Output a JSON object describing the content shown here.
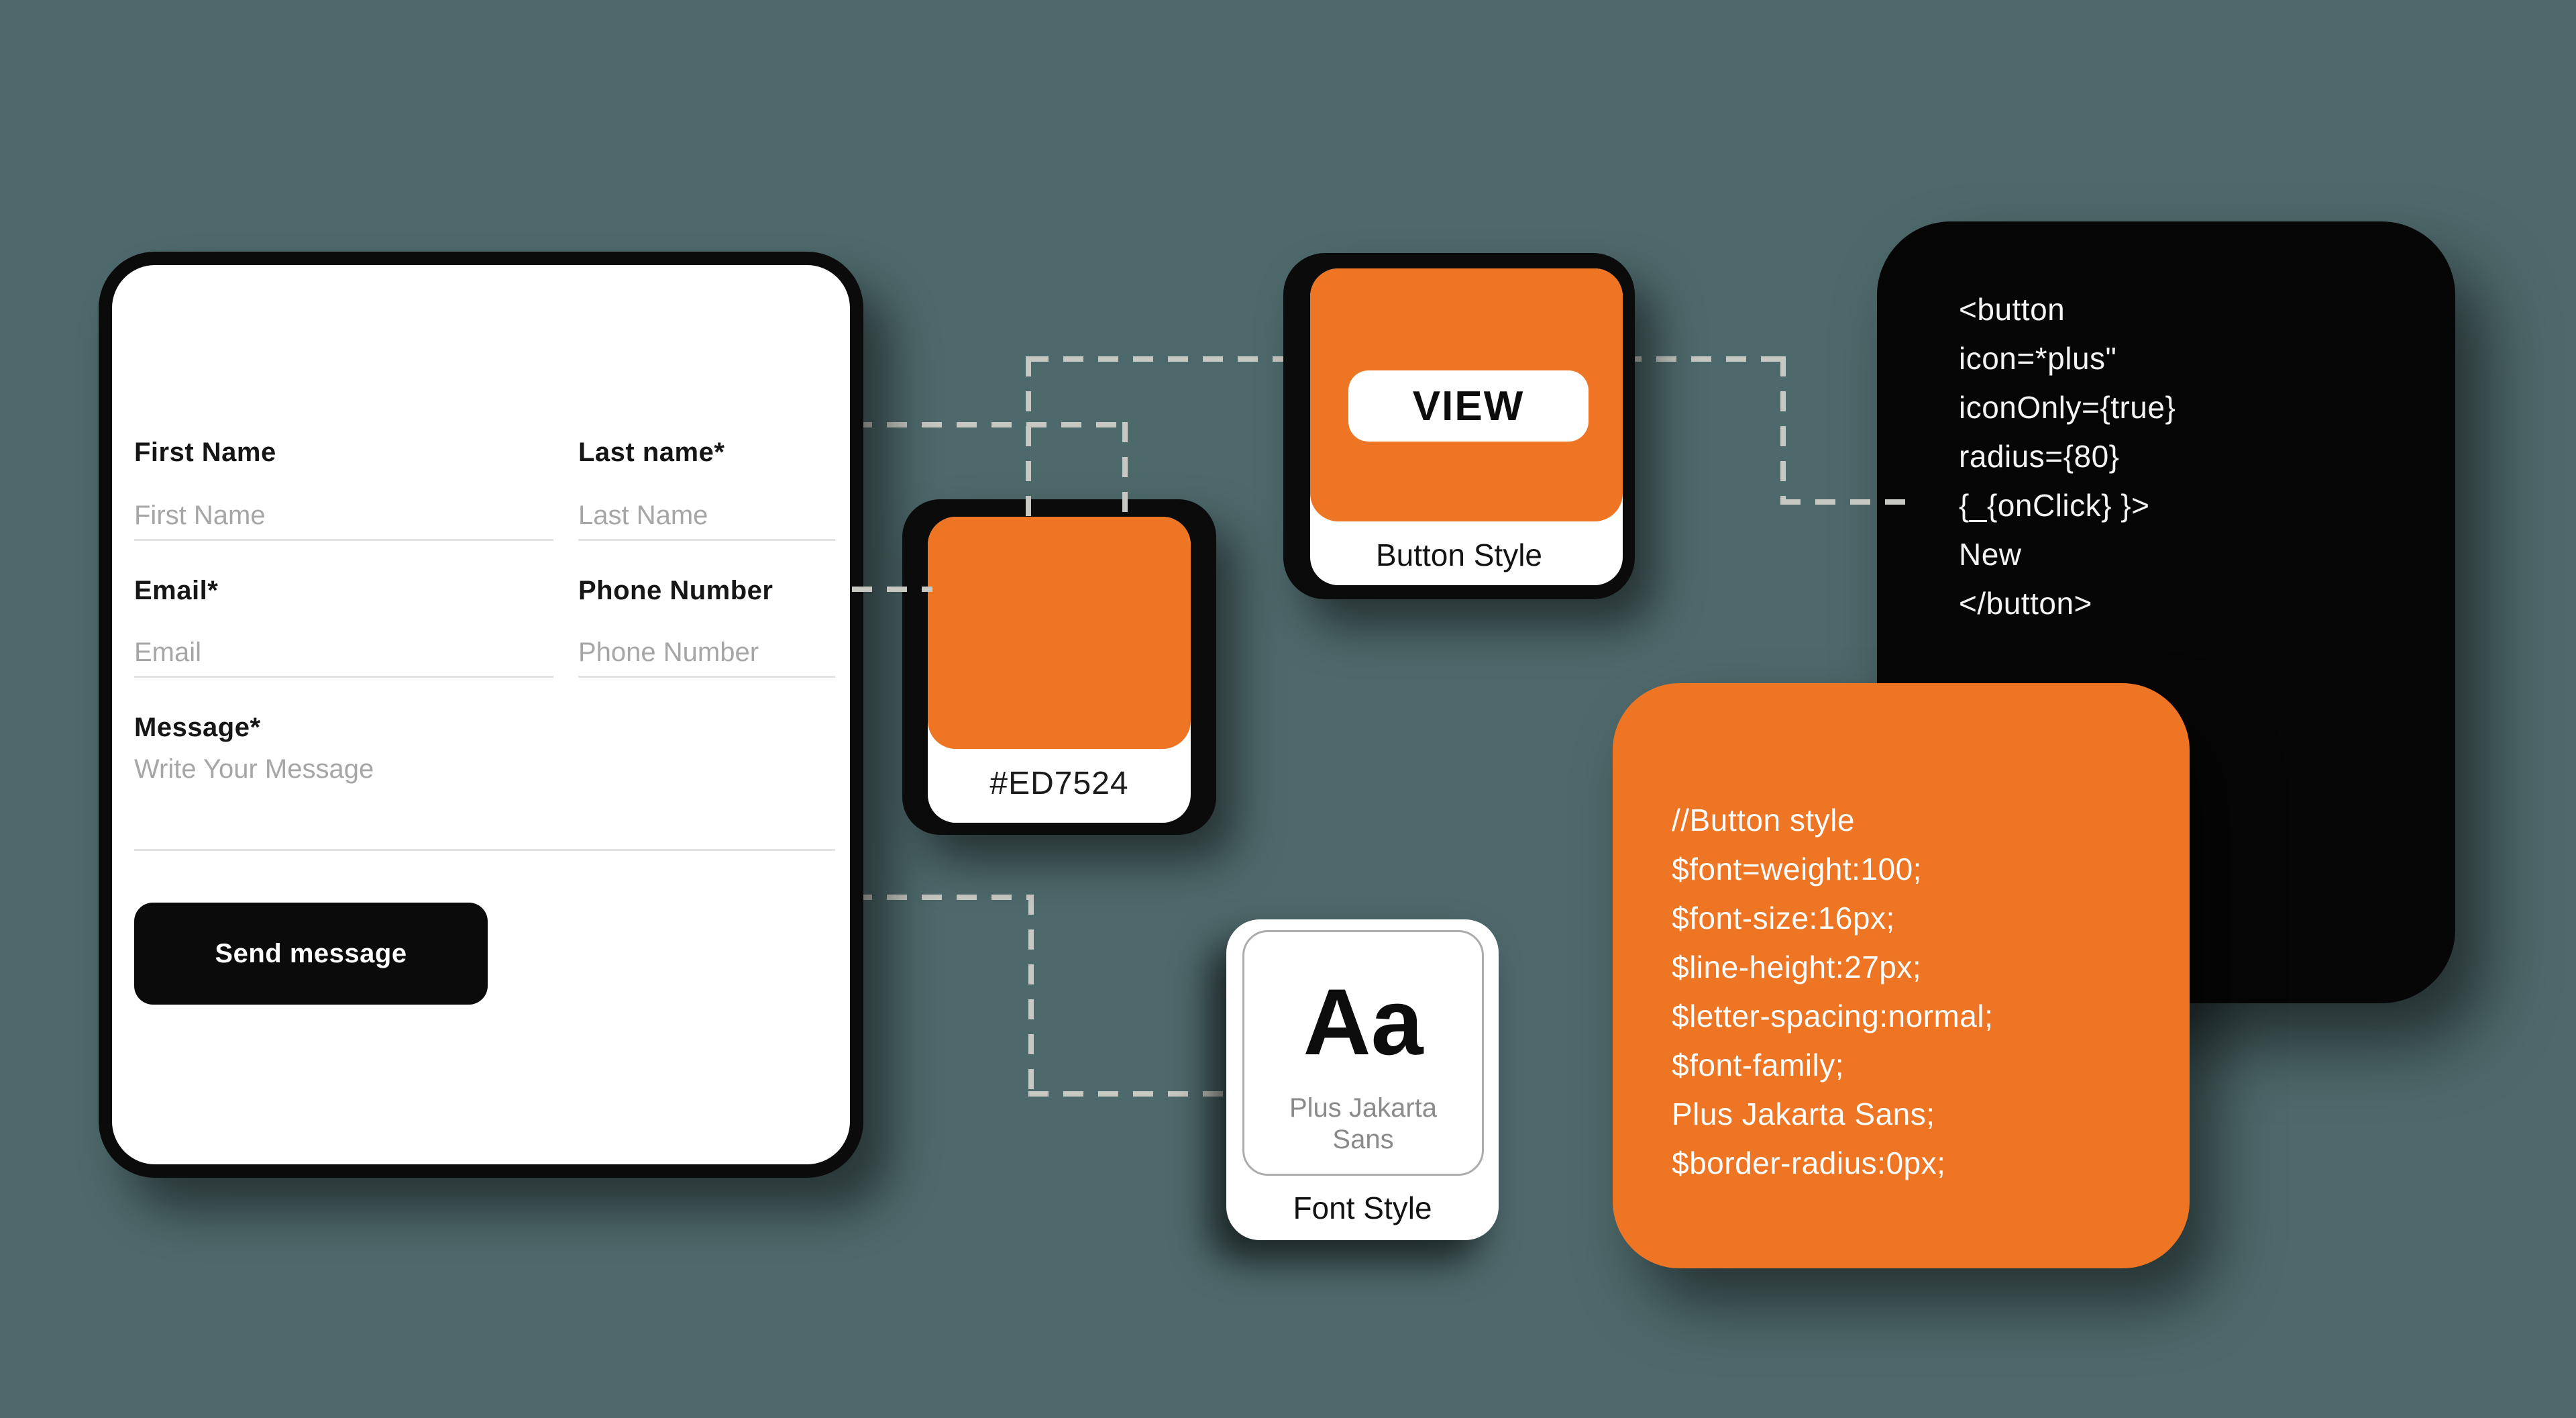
{
  "canvas": {
    "background": "#4E696B",
    "accent": "#ED7524",
    "dash_color": "#C8C8C3"
  },
  "contact_form": {
    "fields": [
      {
        "label": "First Name",
        "placeholder": "First Name"
      },
      {
        "label": "Last name*",
        "placeholder": "Last Name"
      },
      {
        "label": "Email*",
        "placeholder": "Email"
      },
      {
        "label": "Phone Number",
        "placeholder": "Phone Number"
      },
      {
        "label": "Message*",
        "placeholder": "Write Your Message"
      }
    ],
    "submit_label": "Send message"
  },
  "swatch_card": {
    "hex": "#ED7524"
  },
  "button_style_card": {
    "button_label": "VIEW",
    "caption": "Button Style"
  },
  "font_style_card": {
    "specimen": "Aa",
    "font_line1": "Plus Jakarta",
    "font_line2": "Sans",
    "caption": "Font Style"
  },
  "button_code_card": {
    "lines": [
      "<button",
      "icon=*plus\"",
      "iconOnly={true}",
      "radius={80}",
      "{_{onClick} }>",
      "New",
      "</button>"
    ]
  },
  "style_code_card": {
    "lines": [
      "//Button style",
      "$font=weight:100;",
      "$font-size:16px;",
      "$line-height:27px;",
      "$letter-spacing:normal;",
      "$font-family;",
      "Plus Jakarta Sans;",
      "$border-radius:0px;"
    ]
  }
}
